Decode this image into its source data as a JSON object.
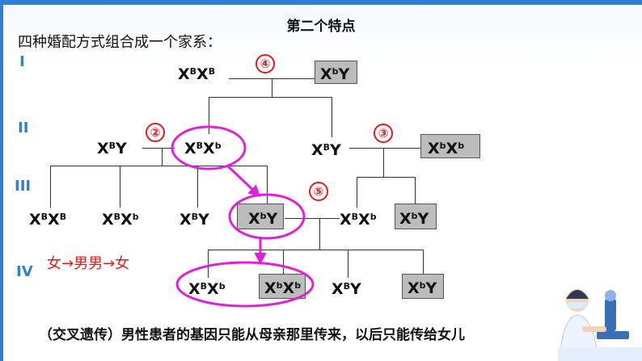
{
  "title": "第二个特点",
  "subtitle": "四种婚配方式组合成一个家系：",
  "generations": [
    "I",
    "II",
    "III",
    "IV"
  ],
  "genotypes": {
    "g1_female": {
      "base1": "X",
      "sup1": "B",
      "base2": "X",
      "sup2": "B"
    },
    "g1_male": {
      "base1": "X",
      "sup1": "b",
      "base2": "Y",
      "sup2": ""
    },
    "g2_male_left": {
      "base1": "X",
      "sup1": "B",
      "base2": "Y",
      "sup2": ""
    },
    "g2_female_mid": {
      "base1": "X",
      "sup1": "B",
      "base2": "X",
      "sup2": "b"
    },
    "g2_male_right": {
      "base1": "X",
      "sup1": "B",
      "base2": "Y",
      "sup2": ""
    },
    "g2_female_right": {
      "base1": "X",
      "sup1": "b",
      "base2": "X",
      "sup2": "b"
    },
    "g3_female_1": {
      "base1": "X",
      "sup1": "B",
      "base2": "X",
      "sup2": "B"
    },
    "g3_female_2": {
      "base1": "X",
      "sup1": "B",
      "base2": "X",
      "sup2": "b"
    },
    "g3_male_3": {
      "base1": "X",
      "sup1": "B",
      "base2": "Y",
      "sup2": ""
    },
    "g3_male_4": {
      "base1": "X",
      "sup1": "b",
      "base2": "Y",
      "sup2": ""
    },
    "g3_female_5": {
      "base1": "X",
      "sup1": "B",
      "base2": "X",
      "sup2": "b"
    },
    "g3_male_6": {
      "base1": "X",
      "sup1": "b",
      "base2": "Y",
      "sup2": ""
    },
    "g4_female_1": {
      "base1": "X",
      "sup1": "B",
      "base2": "X",
      "sup2": "b"
    },
    "g4_female_2": {
      "base1": "X",
      "sup1": "b",
      "base2": "X",
      "sup2": "b"
    },
    "g4_male_3": {
      "base1": "X",
      "sup1": "B",
      "base2": "Y",
      "sup2": ""
    },
    "g4_male_4": {
      "base1": "X",
      "sup1": "b",
      "base2": "Y",
      "sup2": ""
    }
  },
  "mating_numbers": [
    "④",
    "②",
    "③",
    "⑤"
  ],
  "note": "女→男男→女",
  "footer": "（交叉遗传）男性患者的基因只能从母亲那里传来，以后只能传给女儿",
  "colors": {
    "accent": "#2f7fd6",
    "highlight": "#e020d8",
    "marker": "#e8181d",
    "affected_box": "#bcbcbc"
  },
  "decoration_icon": "scientist-microscope-icon"
}
